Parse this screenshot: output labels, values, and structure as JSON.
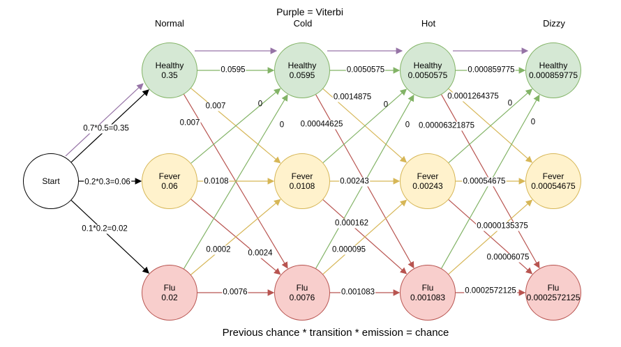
{
  "title": "Purple = Viterbi",
  "footer": "Previous chance * transition * emission = chance",
  "columns": [
    "Normal",
    "Cold",
    "Hot",
    "Dizzy"
  ],
  "colors": {
    "healthy_fill": "#d5e8d4",
    "healthy_stroke": "#82b366",
    "fever_fill": "#fff2cc",
    "fever_stroke": "#d6b656",
    "flu_fill": "#f8cecc",
    "flu_stroke": "#b85450",
    "viterbi": "#9673a6"
  },
  "start": {
    "label": "Start"
  },
  "start_edges": [
    {
      "label": "0.7*0.5=0.35"
    },
    {
      "label": "0.2*0.3=0.06"
    },
    {
      "label": "0.1*0.2=0.02"
    }
  ],
  "states": [
    {
      "name": "Healthy",
      "values": [
        "0.35",
        "0.0595",
        "0.0050575",
        "0.000859775"
      ]
    },
    {
      "name": "Fever",
      "values": [
        "0.06",
        "0.0108",
        "0.00243",
        "0.00054675"
      ]
    },
    {
      "name": "Flu",
      "values": [
        "0.02",
        "0.0076",
        "0.001083",
        "0.0002572125"
      ]
    }
  ],
  "edge_labels": {
    "to_healthy": [
      "0.0595",
      "0.0050575",
      "0.000859775"
    ],
    "fever_to_healthy": [
      "0",
      "0",
      "0"
    ],
    "flu_to_healthy": [
      "0",
      "0",
      "0"
    ],
    "healthy_to_fever": [
      "0.007",
      "0.0014875",
      "0.0001264375"
    ],
    "to_fever": [
      "0.0108",
      "0.00243",
      "0.00054675"
    ],
    "flu_to_fever": [
      "0.0002",
      "0.000095",
      "0.0000135375"
    ],
    "healthy_to_flu": [
      "0.007",
      "0.00044625",
      "0.00006321875"
    ],
    "fever_to_flu": [
      "0.0024",
      "0.000162",
      "0.00006075"
    ],
    "to_flu": [
      "0.0076",
      "0.001083",
      "0.0002572125"
    ]
  }
}
